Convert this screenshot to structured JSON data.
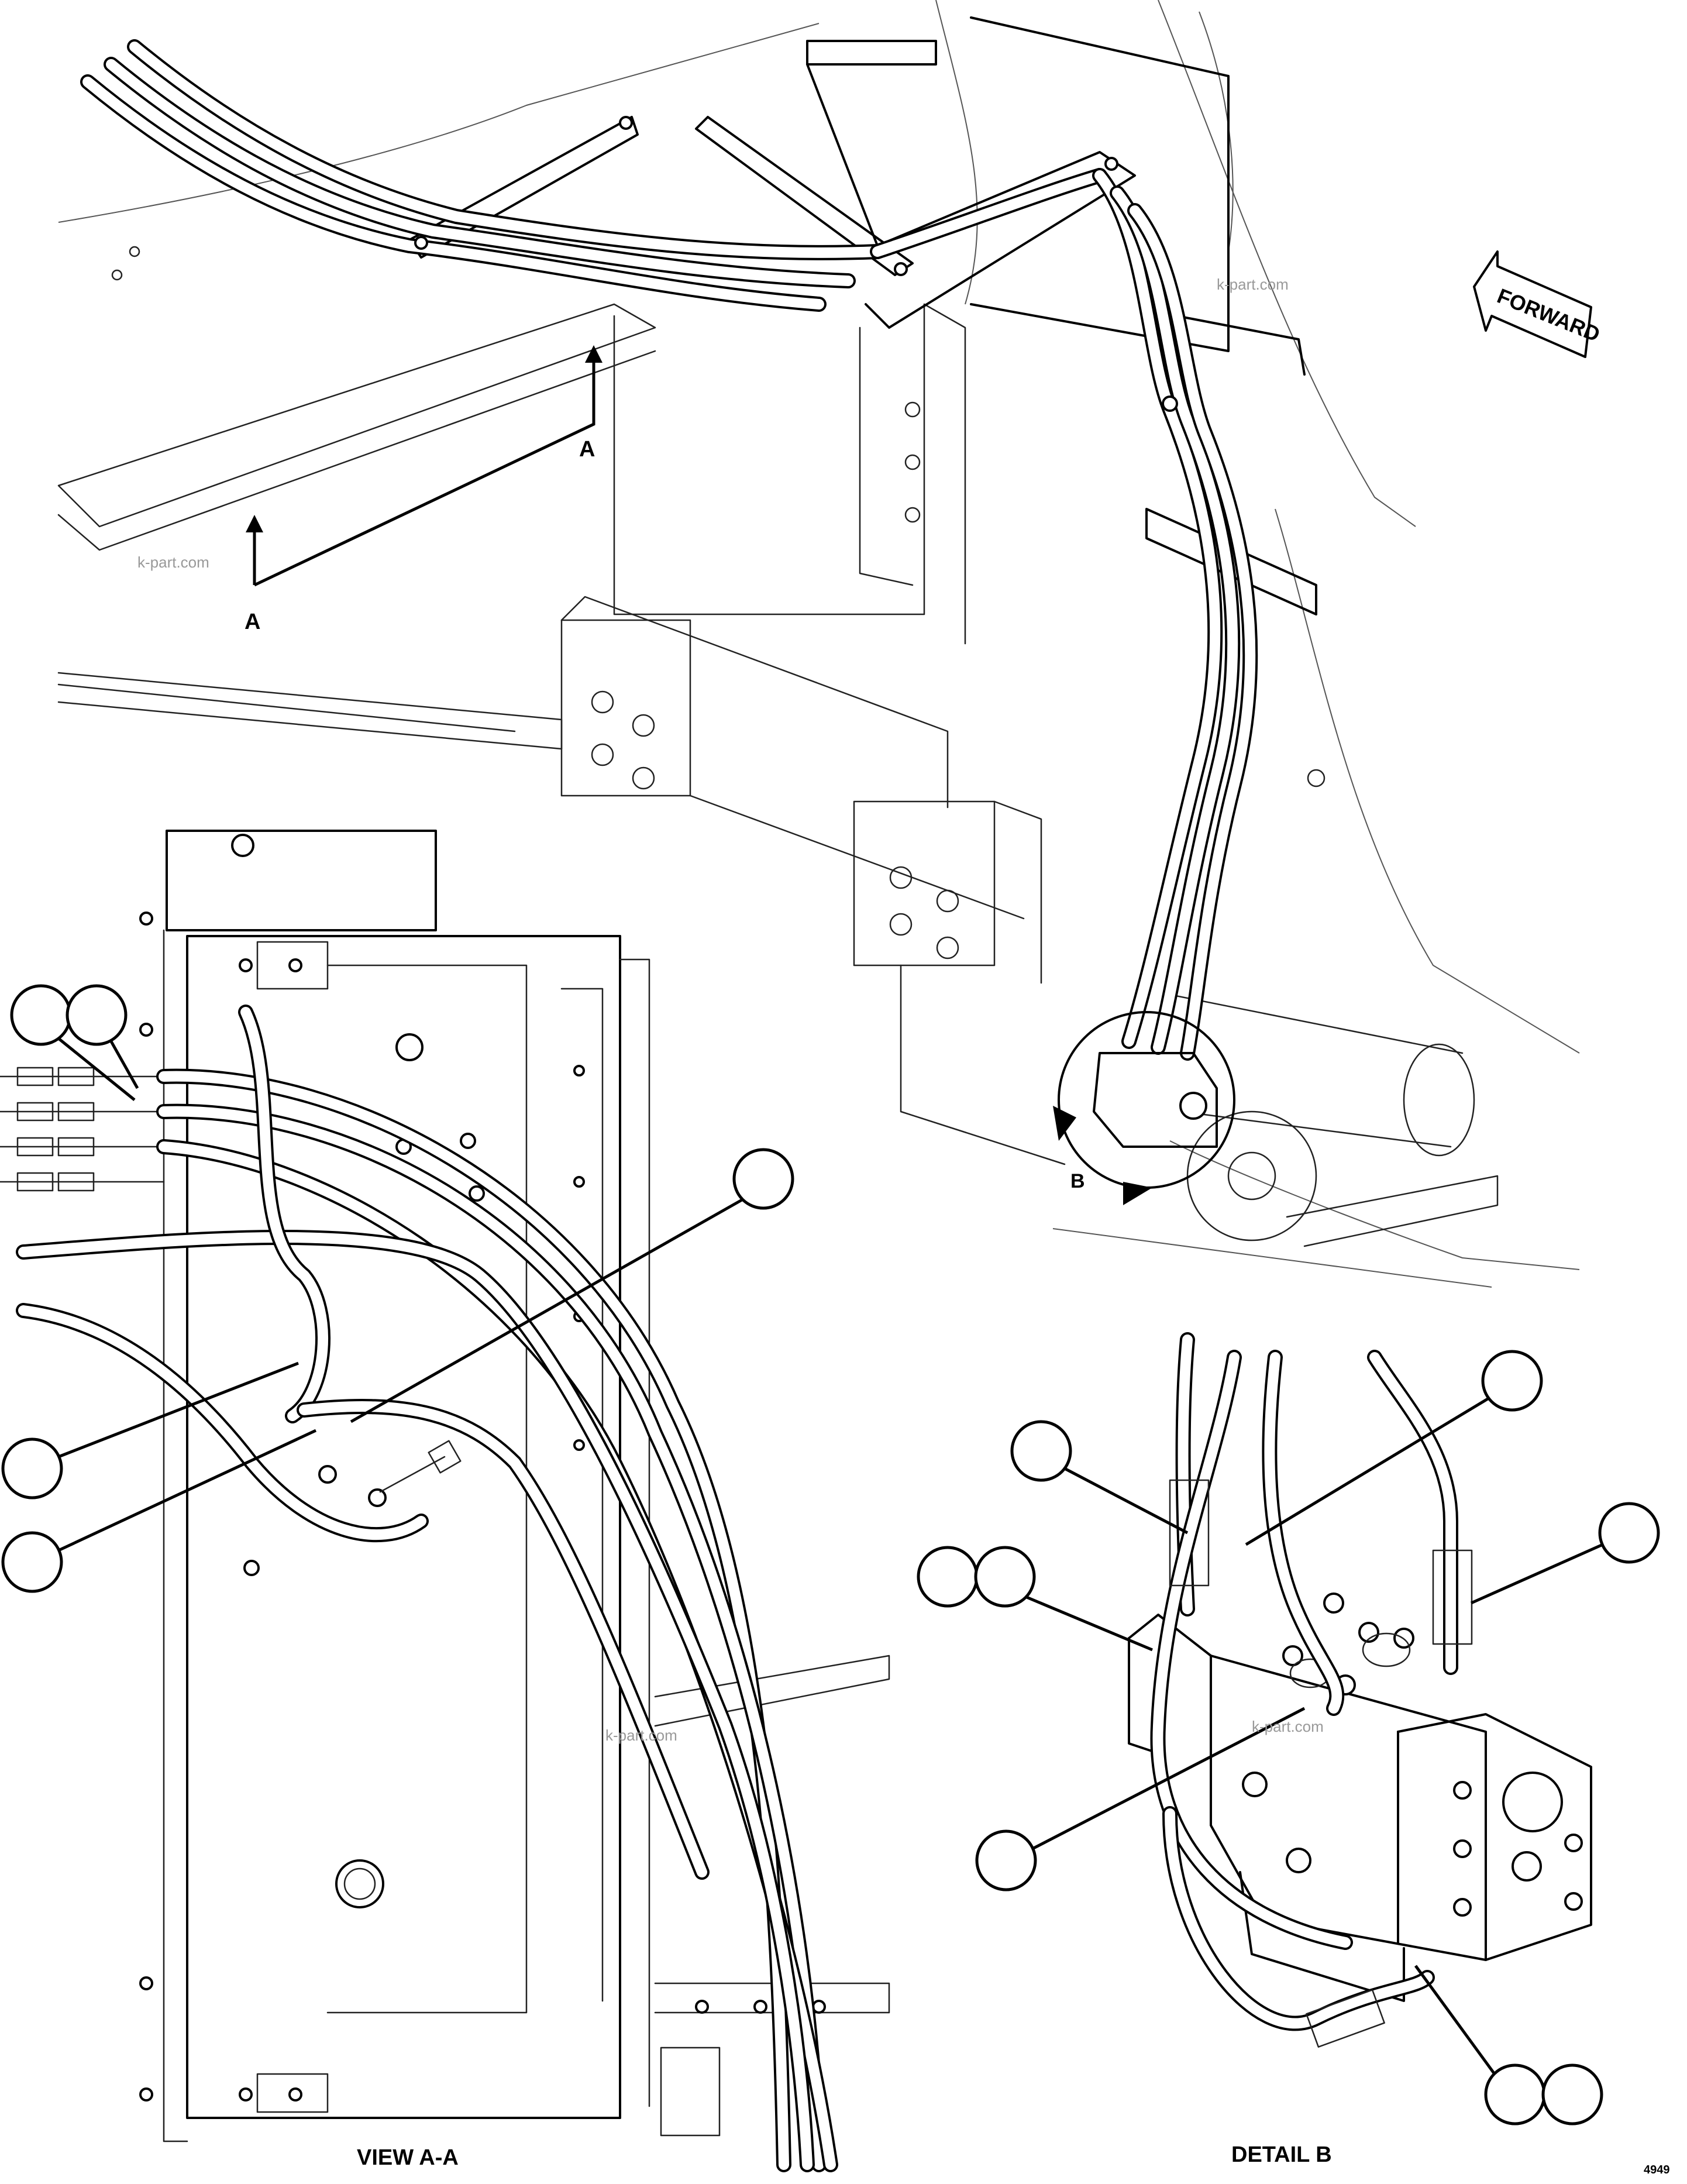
{
  "section_labels": {
    "view_a_top": "A",
    "view_a_side": "A",
    "detail_b": "B",
    "view_aa_caption": "VIEW A-A",
    "detail_b_caption": "DETAIL B"
  },
  "forward_arrow_label": "FORWARD",
  "watermarks": [
    "k-part.com",
    "k-part.com",
    "k-part.com",
    "k-part.com"
  ],
  "figure_code": "4949"
}
